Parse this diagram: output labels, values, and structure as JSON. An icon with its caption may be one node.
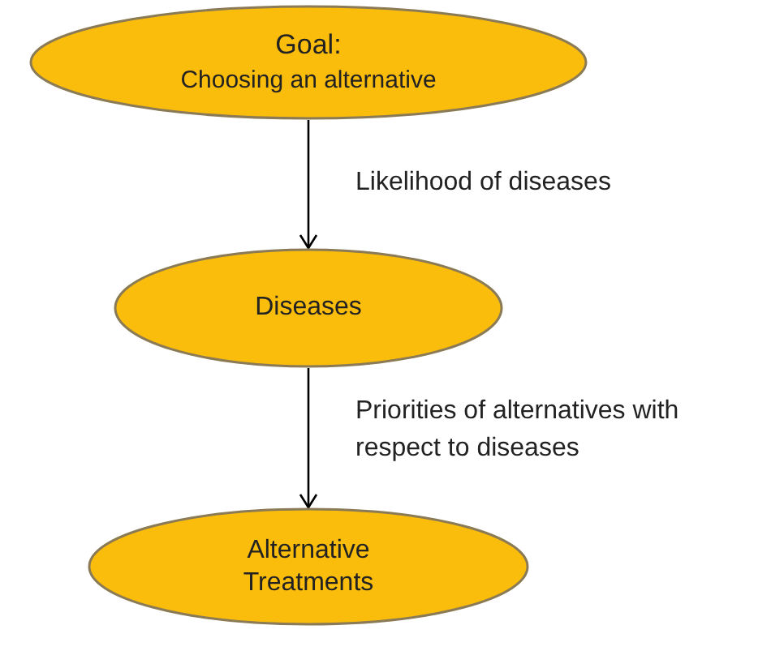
{
  "diagram": {
    "nodes": [
      {
        "text": [
          "Goal:",
          "Choosing an alternative"
        ]
      },
      {
        "text": [
          "Diseases"
        ]
      },
      {
        "text": [
          "Alternative Treatments"
        ]
      }
    ],
    "edges": [
      {
        "from": 0,
        "to": 1,
        "arrow": "to",
        "label": "Likelihood of diseases"
      },
      {
        "from": 1,
        "to": 2,
        "arrow": "to",
        "label": "Priorities of alternatives with respect to diseases"
      }
    ]
  }
}
